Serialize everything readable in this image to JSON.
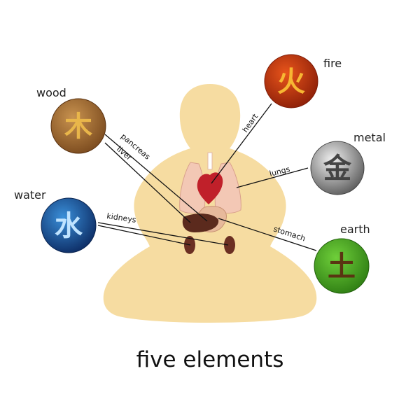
{
  "title": "five elements",
  "elements": {
    "wood": {
      "label": "wood",
      "glyph": "木",
      "colors": [
        "#c8924f",
        "#7a4a1e"
      ],
      "glyph_color": "#e9b64a"
    },
    "fire": {
      "label": "fire",
      "glyph": "火",
      "colors": [
        "#e8541b",
        "#8c1f08"
      ],
      "glyph_color": "#f7b733"
    },
    "metal": {
      "label": "metal",
      "glyph": "金",
      "colors": [
        "#f1f1f1",
        "#5b5b5b"
      ],
      "glyph_color": "#444444"
    },
    "water": {
      "label": "water",
      "glyph": "水",
      "colors": [
        "#3a8fd9",
        "#0c2b63"
      ],
      "glyph_color": "#bfe3ff"
    },
    "earth": {
      "label": "earth",
      "glyph": "土",
      "colors": [
        "#6fcf3a",
        "#2e7d13"
      ],
      "glyph_color": "#5a3412"
    }
  },
  "organs": {
    "heart": "heart",
    "lungs": "lungs",
    "pancreas": "pancreas",
    "liver": "liver",
    "kidneys": "kidneys",
    "stomach": "stomach"
  },
  "colors": {
    "body": "#f6dca1",
    "lungs": "#f3c8b5",
    "heart": "#c0202a",
    "liver": "#5b2a1d",
    "kidney": "#6b2f22",
    "stomach": "#e7b99b"
  }
}
